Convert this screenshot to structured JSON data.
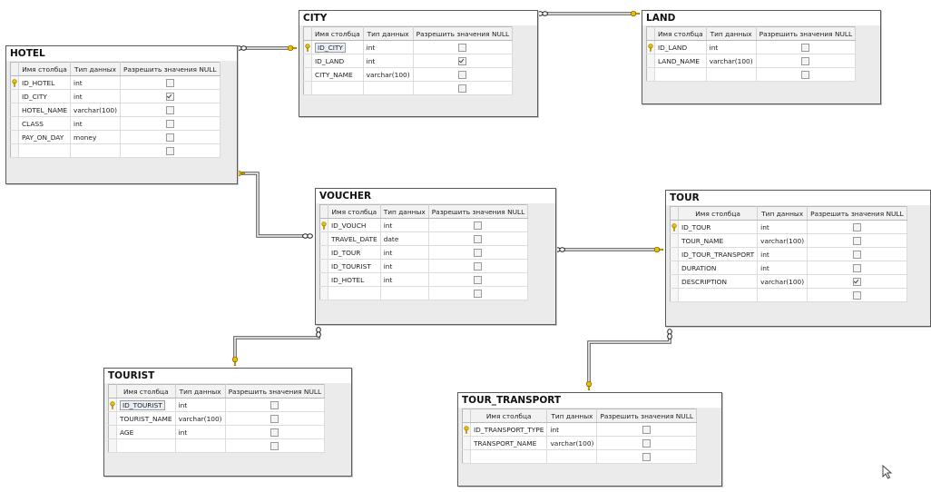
{
  "column_headers": {
    "name": "Имя столбца",
    "type": "Тип данных",
    "nullable": "Разрешить значения NULL"
  },
  "tables": [
    {
      "name": "HOTEL",
      "columns": [
        {
          "name": "ID_HOTEL",
          "type": "int",
          "nullable": false,
          "pk": true
        },
        {
          "name": "ID_CITY",
          "type": "int",
          "nullable": true
        },
        {
          "name": "HOTEL_NAME",
          "type": "varchar(100)",
          "nullable": false
        },
        {
          "name": "CLASS",
          "type": "int",
          "nullable": false
        },
        {
          "name": "PAY_ON_DAY",
          "type": "money",
          "nullable": false
        }
      ]
    },
    {
      "name": "CITY",
      "columns": [
        {
          "name": "ID_CITY",
          "type": "int",
          "nullable": false,
          "pk": true,
          "selected": true
        },
        {
          "name": "ID_LAND",
          "type": "int",
          "nullable": true
        },
        {
          "name": "CITY_NAME",
          "type": "varchar(100)",
          "nullable": false
        }
      ]
    },
    {
      "name": "LAND",
      "columns": [
        {
          "name": "ID_LAND",
          "type": "int",
          "nullable": false,
          "pk": true
        },
        {
          "name": "LAND_NAME",
          "type": "varchar(100)",
          "nullable": false
        }
      ]
    },
    {
      "name": "VOUCHER",
      "columns": [
        {
          "name": "ID_VOUCH",
          "type": "int",
          "nullable": false,
          "pk": true
        },
        {
          "name": "TRAVEL_DATE",
          "type": "date",
          "nullable": false
        },
        {
          "name": "ID_TOUR",
          "type": "int",
          "nullable": false
        },
        {
          "name": "ID_TOURIST",
          "type": "int",
          "nullable": false
        },
        {
          "name": "ID_HOTEL",
          "type": "int",
          "nullable": false
        }
      ]
    },
    {
      "name": "TOUR",
      "columns": [
        {
          "name": "ID_TOUR",
          "type": "int",
          "nullable": false,
          "pk": true
        },
        {
          "name": "TOUR_NAME",
          "type": "varchar(100)",
          "nullable": false
        },
        {
          "name": "ID_TOUR_TRANSPORT",
          "type": "int",
          "nullable": false
        },
        {
          "name": "DURATION",
          "type": "int",
          "nullable": false
        },
        {
          "name": "DESCRIPTION",
          "type": "varchar(100)",
          "nullable": true
        }
      ]
    },
    {
      "name": "TOURIST",
      "columns": [
        {
          "name": "ID_TOURIST",
          "type": "int",
          "nullable": false,
          "pk": true,
          "selected": true
        },
        {
          "name": "TOURIST_NAME",
          "type": "varchar(100)",
          "nullable": false
        },
        {
          "name": "AGE",
          "type": "int",
          "nullable": false
        }
      ]
    },
    {
      "name": "TOUR_TRANSPORT",
      "columns": [
        {
          "name": "ID_TRANSPORT_TYPE",
          "type": "int",
          "nullable": false,
          "pk": true
        },
        {
          "name": "TRANSPORT_NAME",
          "type": "varchar(100)",
          "nullable": false
        }
      ]
    }
  ],
  "relationships": [
    {
      "from": "HOTEL",
      "to": "CITY"
    },
    {
      "from": "CITY",
      "to": "LAND"
    },
    {
      "from": "VOUCHER",
      "to": "HOTEL"
    },
    {
      "from": "VOUCHER",
      "to": "TOUR"
    },
    {
      "from": "VOUCHER",
      "to": "TOURIST"
    },
    {
      "from": "TOUR",
      "to": "TOUR_TRANSPORT"
    }
  ],
  "colors": {
    "key": "#e8c000",
    "connector": "#4d4d4d",
    "panel": "#ebebeb",
    "border": "#5a5a5a"
  }
}
